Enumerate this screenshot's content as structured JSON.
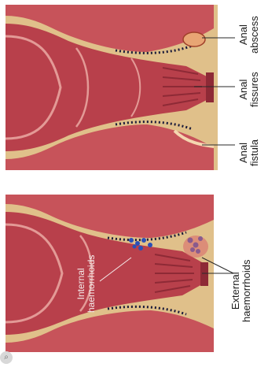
{
  "colors": {
    "background_tan": "#e0c08a",
    "tissue_pink": "#c7535a",
    "tissue_dark": "#8e2a36",
    "tissue_light": "#e39a96",
    "haemorrhoid_blue": "#2a50b8",
    "label_text": "#1b1b1b"
  },
  "top_panel": {
    "labels": {
      "anal_abscess": "Anal\nabscess",
      "anal_fissures": "Anal\nfissures",
      "anal_fistula": "Anal\nfistula"
    }
  },
  "bottom_panel": {
    "labels": {
      "internal_haemorrhoids": "Internal\nhaemorrhoids",
      "external_haemorrhoids": "External\nhaemorrhoids"
    }
  }
}
